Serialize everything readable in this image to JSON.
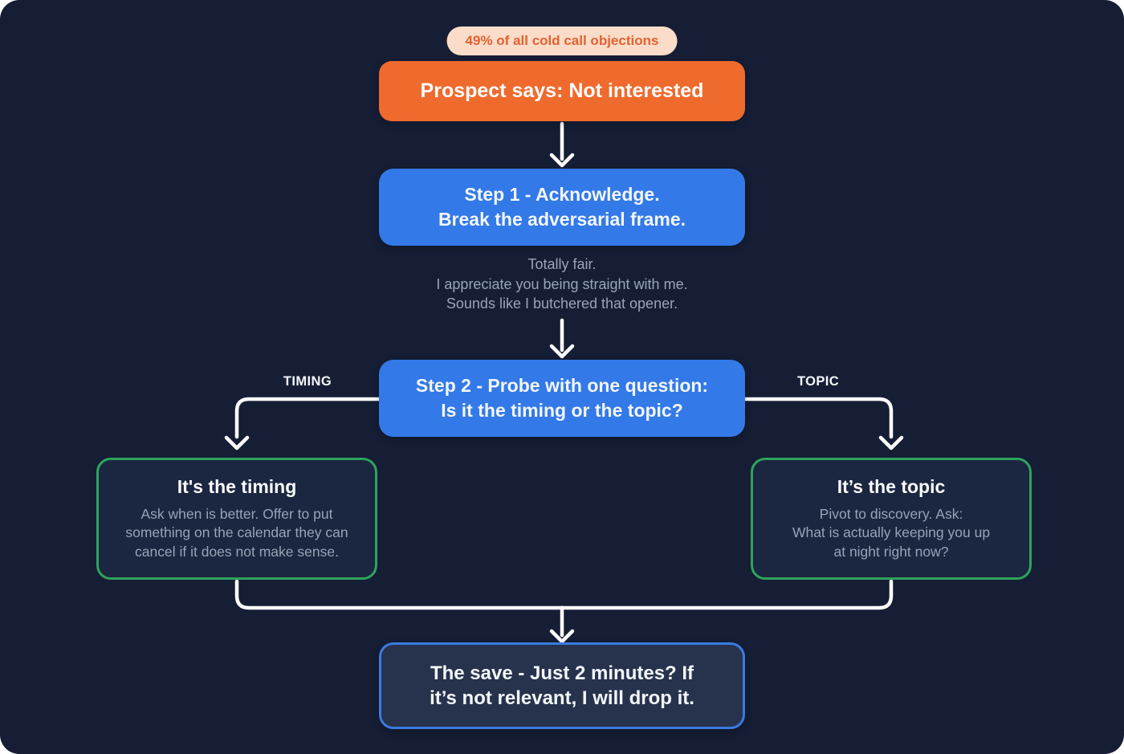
{
  "colors": {
    "background": "#151E35",
    "orange": "#EF6A2D",
    "blue": "#3379E8",
    "green": "#2EA35C",
    "badge_bg": "#FBDCC9",
    "badge_text": "#E2622F",
    "muted_text": "#98A4B8",
    "save_box_bg": "#27334D",
    "save_border": "#3B7BE0",
    "connector": "#FFFFFF"
  },
  "badge": {
    "label": "49% of all cold call objections"
  },
  "nodes": {
    "prospect": {
      "title": "Prospect says: Not interested"
    },
    "step1": {
      "line1": "Step 1 - Acknowledge.",
      "line2": "Break the adversarial frame."
    },
    "step1_script": {
      "line1": "Totally fair.",
      "line2": "I appreciate you being straight with me.",
      "line3": "Sounds like I butchered that opener."
    },
    "step2": {
      "line1": "Step 2 - Probe with one question:",
      "line2": "Is it the timing or the topic?"
    },
    "timing": {
      "title": "It's the timing",
      "line1": "Ask when is better. Offer to put",
      "line2": "something on the calendar they can",
      "line3": "cancel if it does not make sense."
    },
    "topic": {
      "title": "It’s the topic",
      "line1": "Pivot to discovery. Ask:",
      "line2": "What is actually keeping you up",
      "line3": "at night right now?"
    },
    "save": {
      "line1": "The save - Just 2 minutes? If",
      "line2": "it’s not relevant, I will drop it."
    }
  },
  "branch_labels": {
    "left": "TIMING",
    "right": "TOPIC"
  }
}
